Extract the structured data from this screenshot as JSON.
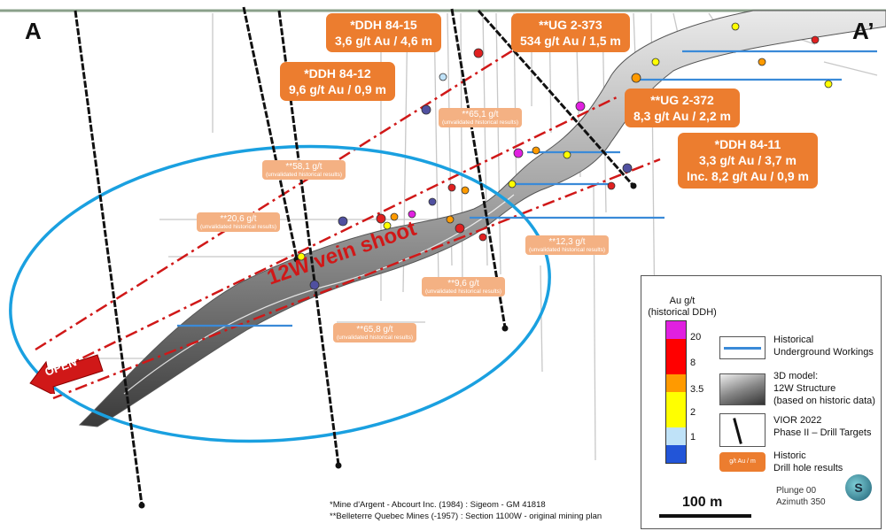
{
  "section": {
    "label_left": "A",
    "label_right": "A’"
  },
  "callouts_large": [
    {
      "line1": "*DDH 84-15",
      "line2": "3,6 g/t Au / 4,6 m"
    },
    {
      "line1": "**UG 2-373",
      "line2": "534 g/t Au / 1,5 m"
    },
    {
      "line1": "*DDH 84-12",
      "line2": "9,6 g/t Au / 0,9 m"
    },
    {
      "line1": "**UG 2-372",
      "line2": "8,3 g/t Au / 2,2 m"
    },
    {
      "line1": "*DDH 84-11",
      "line2": "3,3 g/t Au / 3,7 m",
      "line3": "Inc. 8,2 g/t Au / 0,9 m"
    }
  ],
  "callouts_small": [
    {
      "value": "**65,1 g/t",
      "note": "(unvalidated historical results)"
    },
    {
      "value": "**58,1 g/t",
      "note": "(unvalidated historical results)"
    },
    {
      "value": "**20,6 g/t",
      "note": "(unvalidated historical results)"
    },
    {
      "value": "**12,3 g/t",
      "note": "(unvalidated historical results)"
    },
    {
      "value": "**9,6 g/t",
      "note": "(unvalidated historical results)"
    },
    {
      "value": "**65,8 g/t",
      "note": "(unvalidated historical results)"
    }
  ],
  "vein_label": "12W vein shoot",
  "open_label": "OPEN",
  "legend": {
    "title": "Au g/t\n(historical DDH)",
    "color_stops": [
      "#e020e0",
      "#ff0000",
      "#ff0000",
      "#ff9a00",
      "#ffff00",
      "#ffff00",
      "#bfe2f8",
      "#2255d8"
    ],
    "ticks": [
      "20",
      "8",
      "3.5",
      "2",
      "1"
    ],
    "items": [
      {
        "label": "Historical\nUnderground Workings",
        "icon": "underground-workings"
      },
      {
        "label": "3D model:\n12W Structure\n(based on historic data)",
        "icon": "structure-model"
      },
      {
        "label": "VIOR 2022\nPhase II – Drill Targets",
        "icon": "drill-target"
      },
      {
        "label": "Historic\nDrill hole results",
        "icon": "result-callout",
        "symbol_text": "g/t Au / m"
      }
    ]
  },
  "scale": {
    "label": "100 m"
  },
  "orientation": {
    "plunge": "Plunge 00",
    "azimuth": "Azimuth 350"
  },
  "logo_text": "S",
  "sources": [
    "*Mine d'Argent - Abcourt Inc. (1984) : Sigeom - GM 41818",
    "**Belleterre Quebec Mines (-1957) : Section 1100W - original mining plan"
  ]
}
